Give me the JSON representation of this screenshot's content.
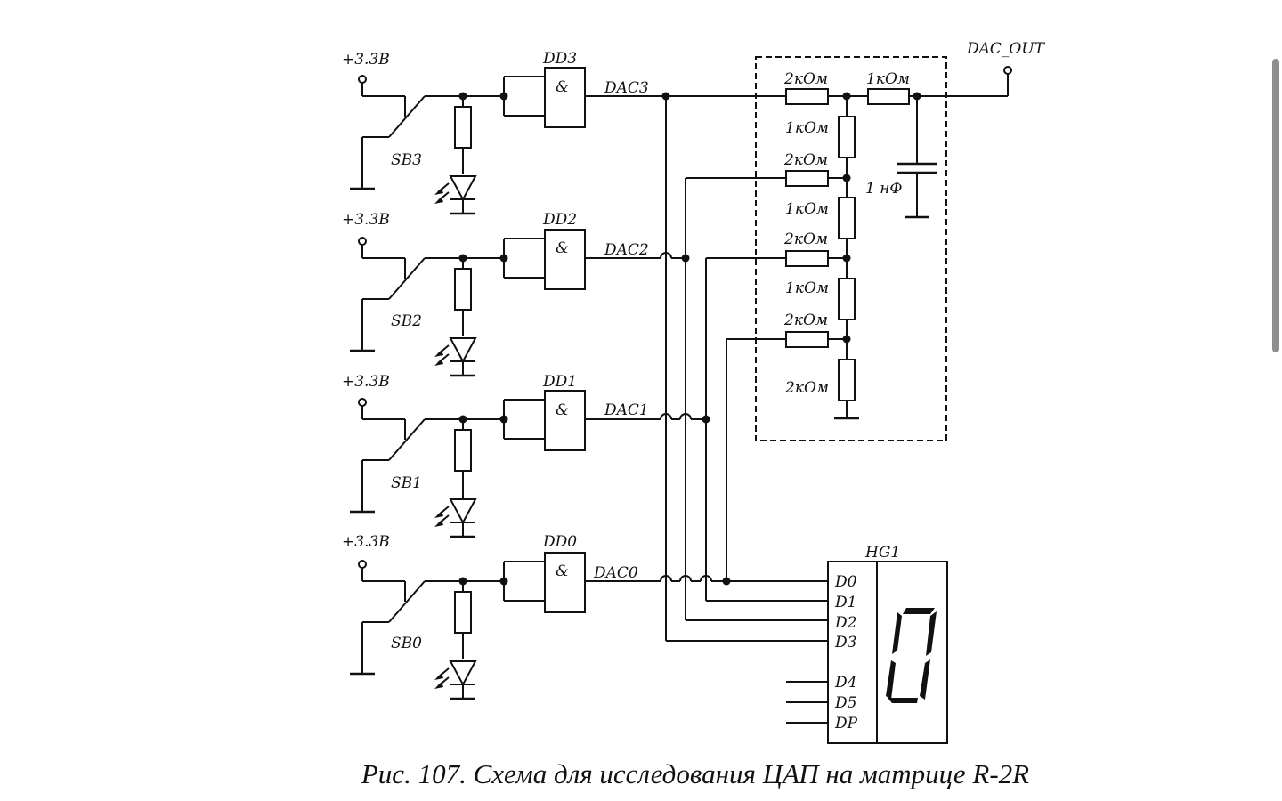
{
  "caption": "Рис. 107. Схема для исследования ЦАП на матрице R-2R",
  "supply_label": "+3.3В",
  "output_label": "DAC_OUT",
  "gate_symbol": "&",
  "stages": [
    {
      "switch": "SB3",
      "gate": "DD3",
      "net": "DAC3"
    },
    {
      "switch": "SB2",
      "gate": "DD2",
      "net": "DAC2"
    },
    {
      "switch": "SB1",
      "gate": "DD1",
      "net": "DAC1"
    },
    {
      "switch": "SB0",
      "gate": "DD0",
      "net": "DAC0"
    }
  ],
  "ladder": {
    "series_top": "2кОм",
    "series_out": "1кОм",
    "rung_vertical": [
      "1кОм",
      "1кОм",
      "1кОм"
    ],
    "rung_horizontal": [
      "2кОм",
      "2кОм",
      "2кОм"
    ],
    "bottom": "2кОм",
    "capacitor": "1 нФ"
  },
  "display": {
    "ref": "HG1",
    "pins": [
      "D0",
      "D1",
      "D2",
      "D3",
      "D4",
      "D5",
      "DP"
    ],
    "digit": "0"
  }
}
